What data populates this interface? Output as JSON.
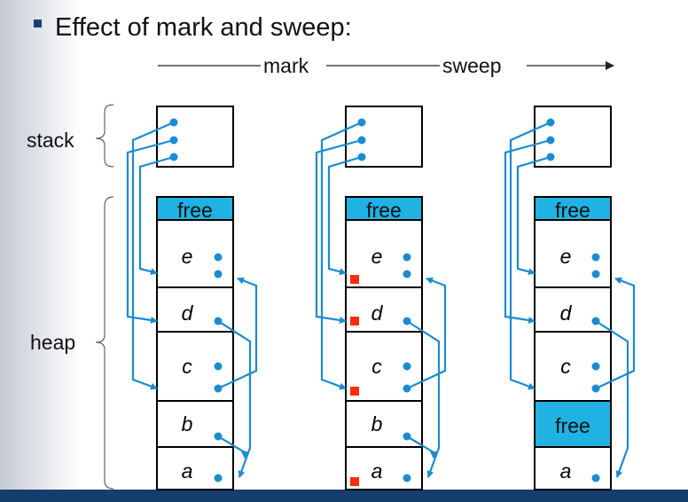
{
  "title": "Effect of mark and sweep:",
  "phases": {
    "first": "mark",
    "second": "sweep"
  },
  "side_labels": {
    "stack": "stack",
    "heap": "heap"
  },
  "heap_letters": {
    "e": "e",
    "d": "d",
    "c": "c",
    "b": "b",
    "a": "a"
  },
  "free_label": "free",
  "colors": {
    "pointer": "#1a8ccf",
    "free_fill": "#1fb2e3",
    "mark": "#ff2b0a",
    "bottom_bar": "#153d6e",
    "gradient_start": "#c4c9d2"
  },
  "icons": {
    "bullet": "square-bullet-icon"
  }
}
